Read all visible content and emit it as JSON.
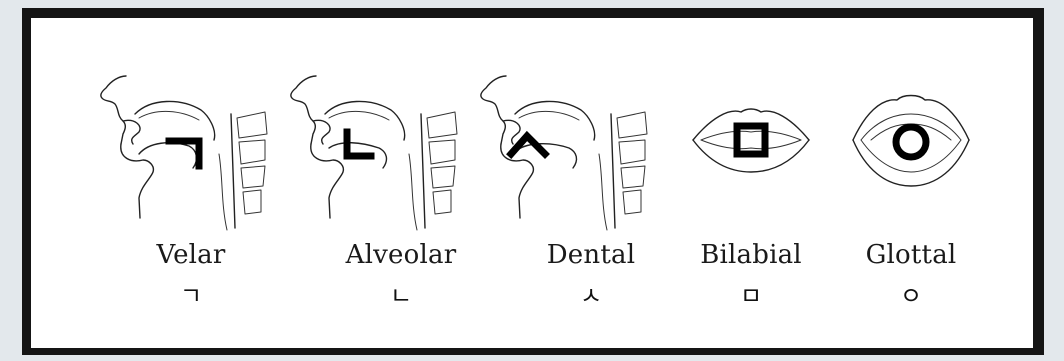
{
  "items": [
    {
      "label": "Velar",
      "letter": "ㄱ",
      "glyph_on_figure": "ㄱ"
    },
    {
      "label": "Alveolar",
      "letter": "ㄴ",
      "glyph_on_figure": "ㄴ"
    },
    {
      "label": "Dental",
      "letter": "ㅅ",
      "glyph_on_figure": "ㅅ"
    },
    {
      "label": "Bilabial",
      "letter": "ㅁ",
      "glyph_on_figure": "ㅁ"
    },
    {
      "label": "Glottal",
      "letter": "ㅇ",
      "glyph_on_figure": "ㅇ"
    }
  ],
  "colors": {
    "outer_background": "#e3e8ec",
    "frame": "#151515",
    "panel": "#ffffff",
    "ink": "#000000"
  }
}
